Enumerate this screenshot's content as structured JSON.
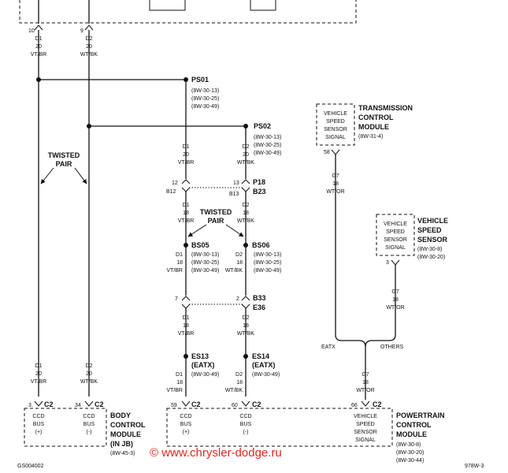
{
  "wires": {
    "d1_20_vtbr": [
      "D1",
      "20",
      "VT/BR"
    ],
    "d2_20_wtbk": [
      "D2",
      "20",
      "WT/BK"
    ],
    "d1_18_vtbr": [
      "D1",
      "18",
      "VT/BR"
    ],
    "d2_18_wtbk": [
      "D2",
      "18",
      "WT/BK"
    ],
    "g7_18_wtor": [
      "G7",
      "18",
      "WT/OR"
    ]
  },
  "pins": {
    "p10": "10",
    "p9": "9",
    "p12": "12",
    "p13": "13",
    "p7": "7",
    "p2": "2",
    "p58": "58",
    "p3": "3",
    "p34": "34",
    "p59": "59",
    "p60": "60",
    "p66": "66"
  },
  "splices": {
    "ps01": "PS01",
    "ps02": "PS02",
    "bs05": "BS05",
    "bs06": "BS06",
    "es13": "ES13",
    "es14": "ES14",
    "eatx": "(EATX)"
  },
  "refs": {
    "ps": [
      "(8W-30-13)",
      "(8W-30-25)",
      "(8W-30-49)"
    ],
    "es": "(8W-30-49)",
    "tcm": "(8W-31-4)",
    "vss": [
      "(8W-30-8)",
      "(8W-30-20)"
    ],
    "bcm": "(8W-45-3)",
    "pcm": [
      "(8W-30-8)",
      "(8W-30-20)",
      "(8W-30-44)"
    ]
  },
  "connectors": {
    "b12": "B12",
    "b13": "B13",
    "p18": "P18",
    "b23": "B23",
    "b33": "B33",
    "e36": "E36",
    "c2": "C2"
  },
  "twisted_pair": [
    "TWISTED",
    "PAIR"
  ],
  "tcm_module": {
    "signal": [
      "VEHICLE",
      "SPEED",
      "SENSOR",
      "SIGNAL"
    ],
    "title": [
      "TRANSMISSION",
      "CONTROL",
      "MODULE"
    ]
  },
  "vss_module": {
    "signal": [
      "VEHICLE",
      "SPEED",
      "SENSOR",
      "SIGNAL"
    ],
    "title": [
      "VEHICLE",
      "SPEED",
      "SENSOR"
    ]
  },
  "bcm_module": {
    "ccd_plus": [
      "CCD",
      "BUS",
      "(+)"
    ],
    "ccd_minus": [
      "CCD",
      "BUS",
      "(-)"
    ],
    "title": [
      "BODY",
      "CONTROL",
      "MODULE",
      "(IN JB)"
    ]
  },
  "pcm_module": {
    "ccd_plus": [
      "CCD",
      "BUS",
      "(+)"
    ],
    "ccd_minus": [
      "CCD",
      "BUS",
      "(-)"
    ],
    "signal": [
      "VEHICLE",
      "SPEED",
      "SENSOR",
      "SIGNAL"
    ],
    "title": [
      "POWERTRAIN",
      "CONTROL",
      "MODULE"
    ]
  },
  "branch": {
    "eatx": "EATX",
    "others": "OTHERS"
  },
  "footer": {
    "left": "GS004002",
    "right": "978W-3"
  },
  "watermark": "© www.chrysler-dodge.ru"
}
